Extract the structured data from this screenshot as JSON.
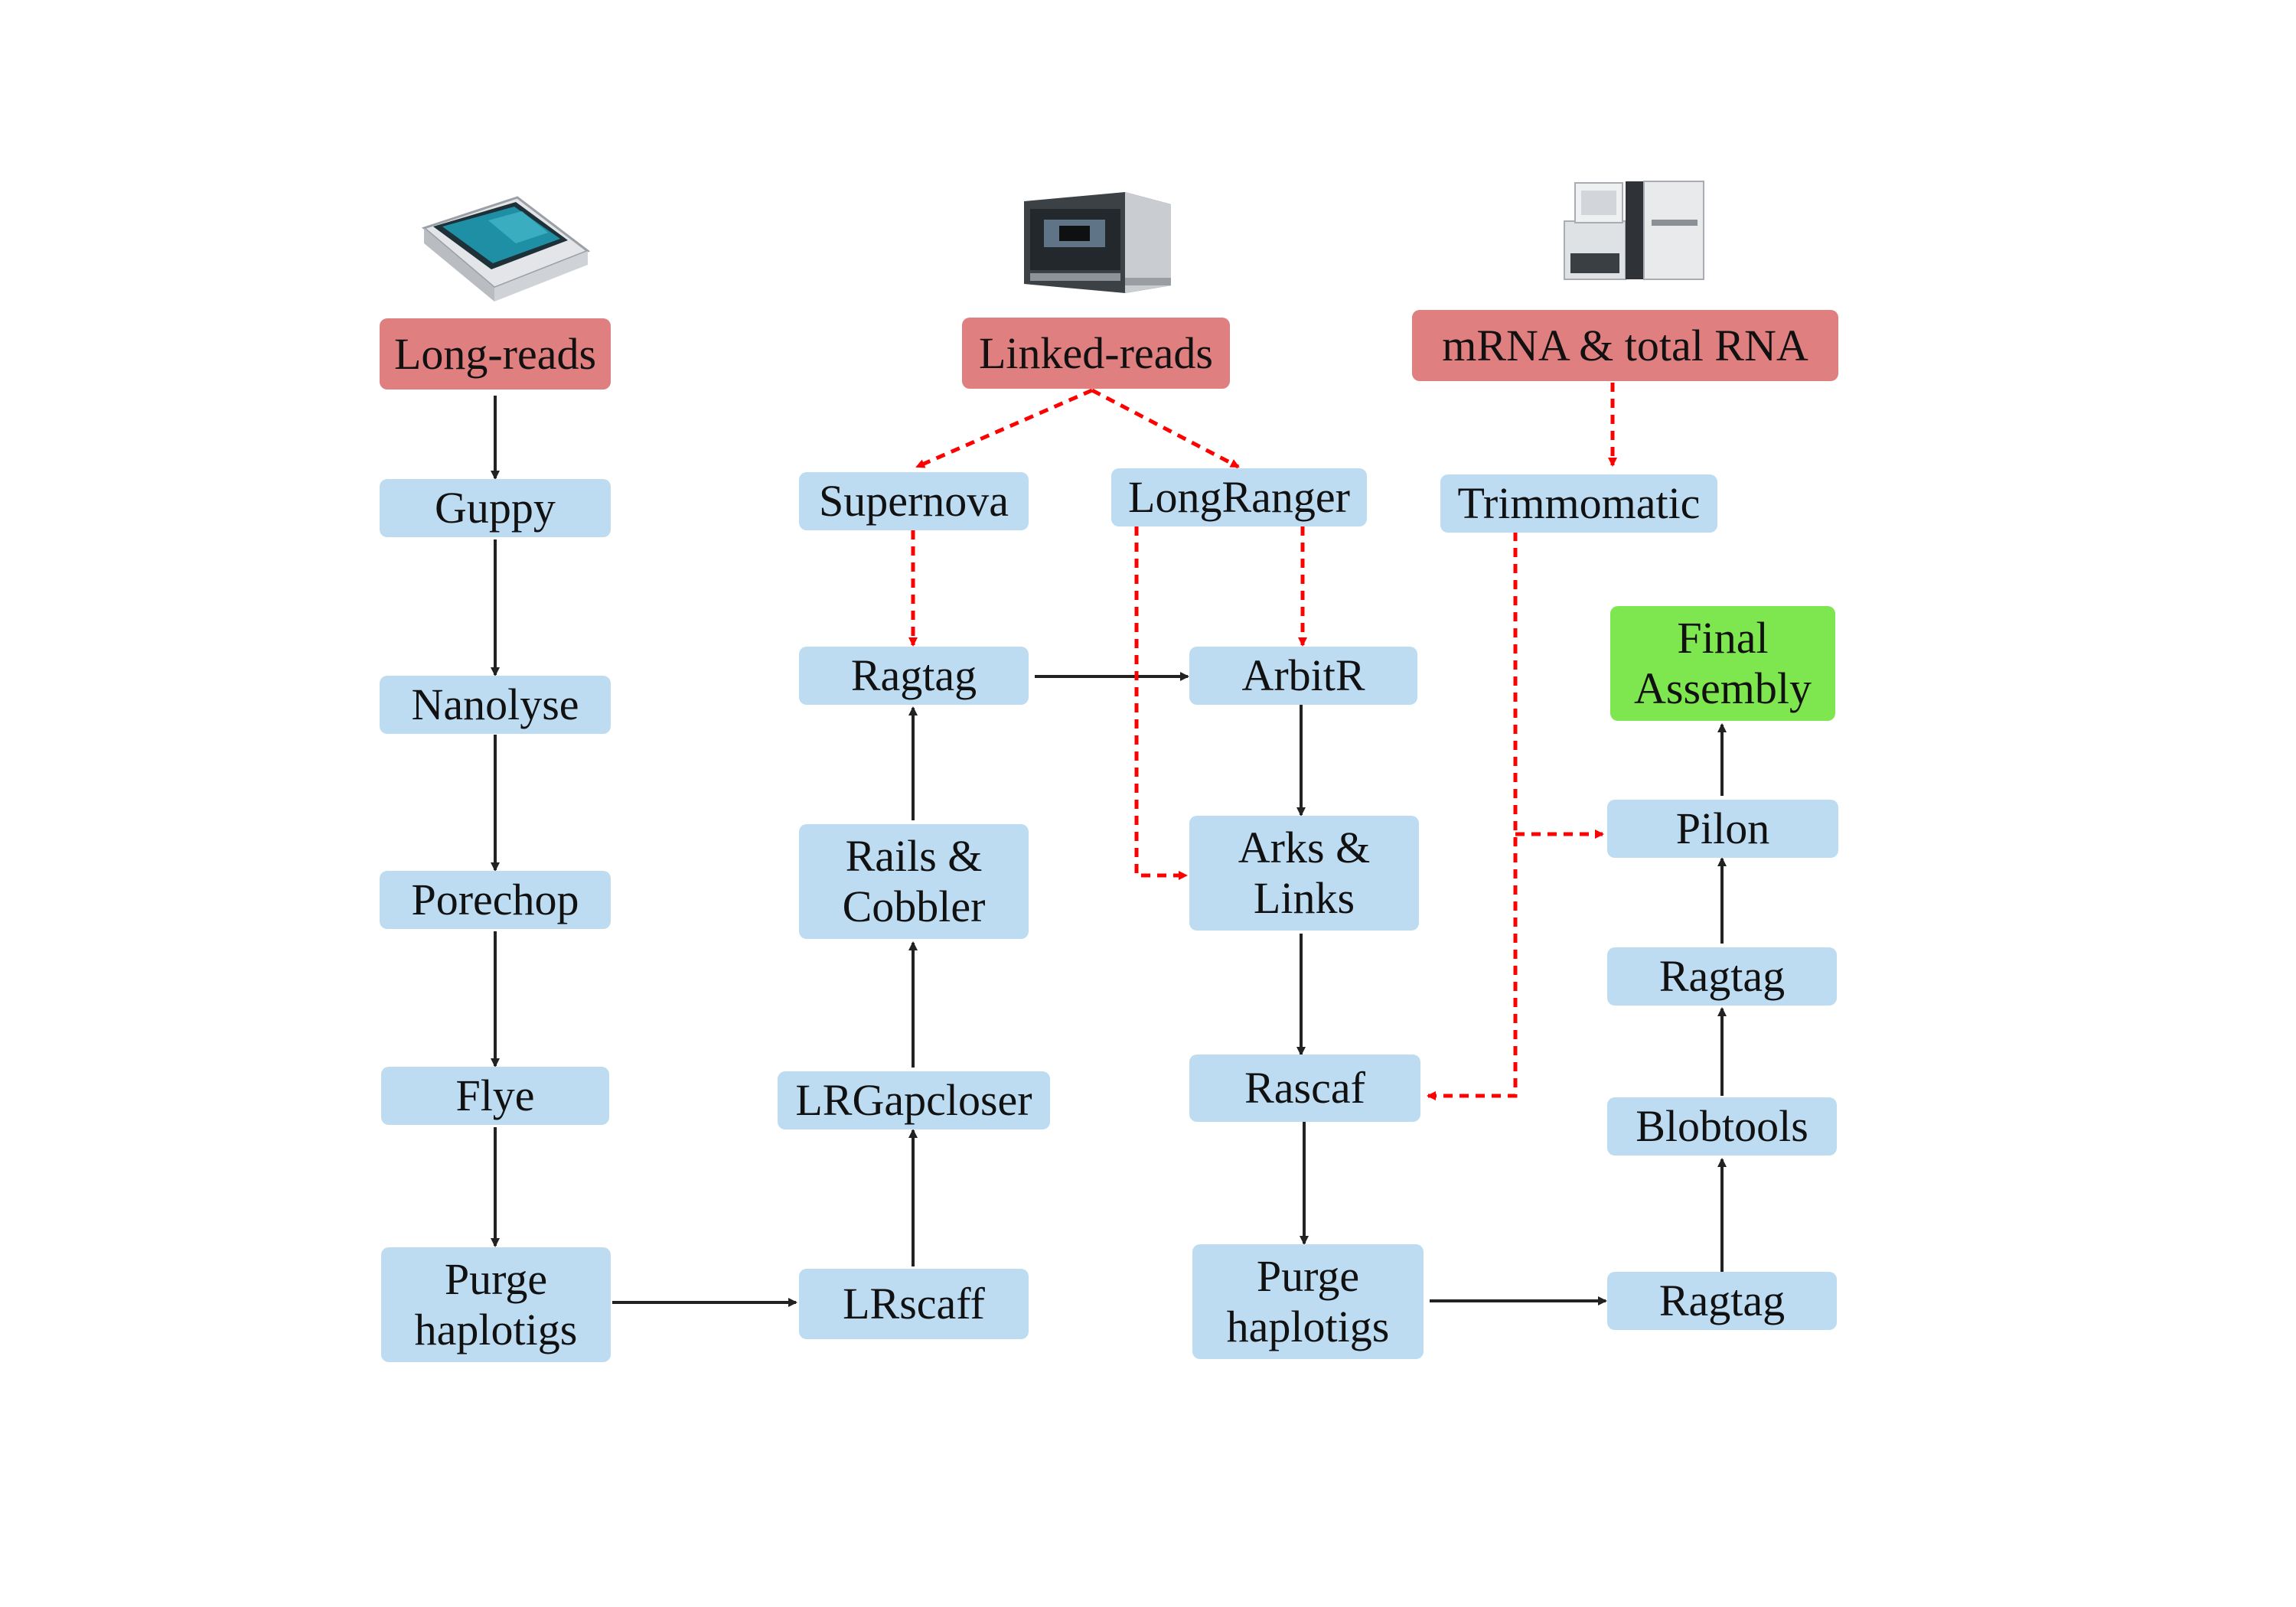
{
  "colors": {
    "tool_fill": "#bddcf2",
    "input_fill": "#e07f80",
    "final_fill": "#7ee64e",
    "solid_arrow": "#222222",
    "dashed_arrow": "#ff0000"
  },
  "devices": {
    "long_reads": "nanopore-sequencer-icon",
    "linked_reads": "10x-chromium-controller-icon",
    "rna": "illumina-sequencer-icon"
  },
  "inputs": {
    "long_reads": "Long-reads",
    "linked_reads": "Linked-reads",
    "rna": "mRNA & total RNA"
  },
  "long_read_track": {
    "guppy": "Guppy",
    "nanolyse": "Nanolyse",
    "porechop": "Porechop",
    "flye": "Flye",
    "purge_haplotigs": "Purge\nhaplotigs"
  },
  "linked_read_track": {
    "supernova": "Supernova",
    "ragtag": "Ragtag",
    "rails_cobbler": "Rails &\nCobbler",
    "lrgapcloser": "LRGapcloser",
    "lrscaff": "LRscaff",
    "longranger": "LongRanger",
    "arbitr": "ArbitR",
    "arks_links": "Arks &\nLinks",
    "rascaf": "Rascaf",
    "purge_haplotigs": "Purge\nhaplotigs"
  },
  "rna_track": {
    "trimmomatic": "Trimmomatic"
  },
  "polishing_track": {
    "ragtag_1": "Ragtag",
    "blobtools": "Blobtools",
    "ragtag_2": "Ragtag",
    "pilon": "Pilon",
    "final_assembly": "Final\nAssembly"
  }
}
